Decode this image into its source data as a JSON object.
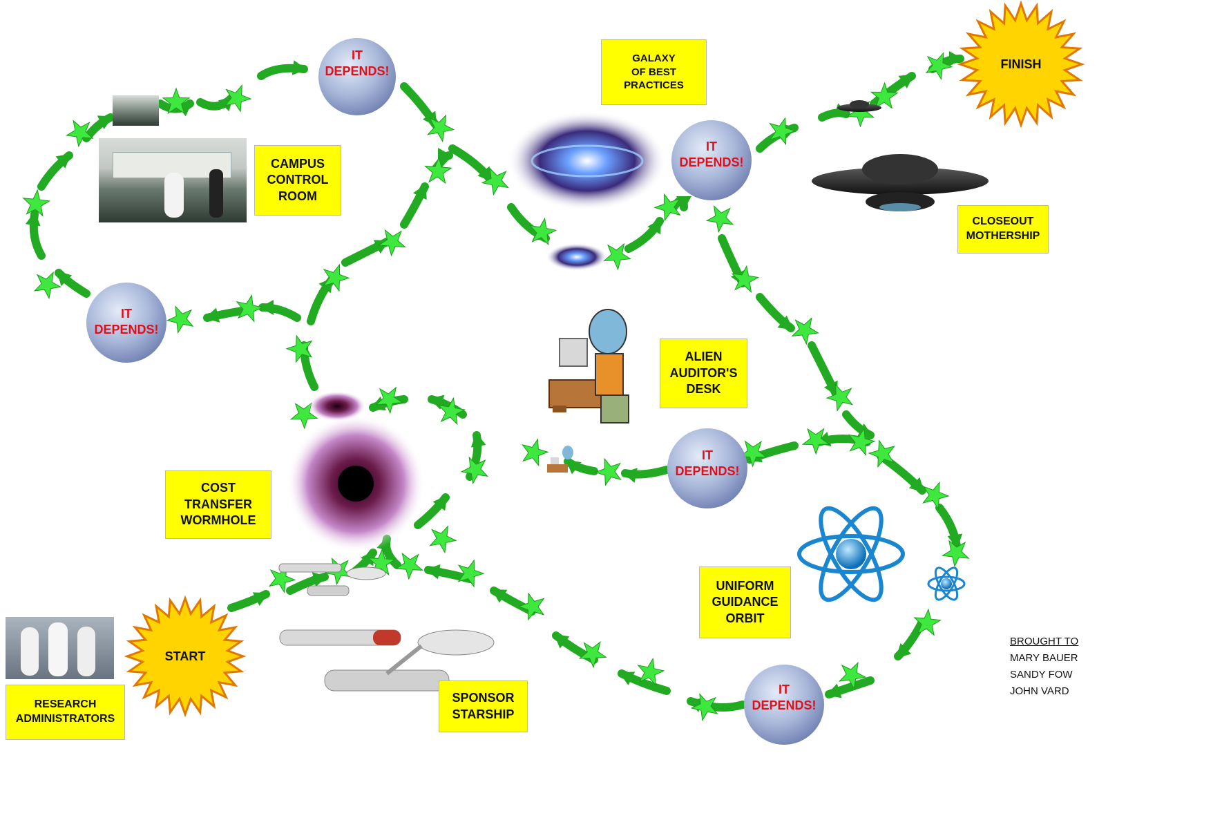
{
  "places": {
    "campus": "CAMPUS\nCONTROL\nROOM",
    "galaxy": "GALAXY\nOF BEST\nPRACTICES",
    "closeout": "CLOSEOUT\nMOTHERSHIP",
    "alien": "ALIEN\nAUDITOR'S\nDESK",
    "wormhole": "COST\nTRANSFER\nWORMHOLE",
    "uniform": "UNIFORM\nGUIDANCE\nORBIT",
    "sponsor": "SPONSOR\nSTARSHIP",
    "research": "RESEARCH\nADMINISTRATORS"
  },
  "moon_text": "IT\nDEPENDS!",
  "start": "START",
  "finish": "FINISH",
  "credits": {
    "heading": "BROUGHT TO",
    "names": [
      "MARY BAUER",
      "SANDY FOW",
      "JOHN VARD"
    ]
  },
  "colors": {
    "label_bg": "#ffff00",
    "moon_text": "#e0101a",
    "arrow_green": "#22aa22",
    "star_green": "#3ee83e",
    "sun": "#ffd400"
  },
  "icons": [
    "moon-icon",
    "star-icon",
    "arrow-icon",
    "sun-icon",
    "wormhole-icon",
    "atom-icon",
    "ufo-icon",
    "starship-icon",
    "alien-icon",
    "galaxy-icon"
  ]
}
